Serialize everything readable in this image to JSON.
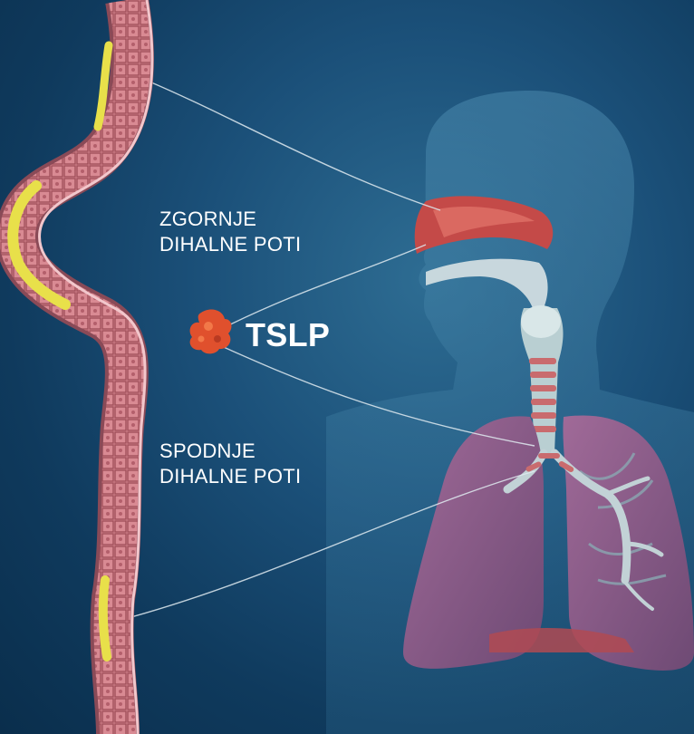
{
  "labels": {
    "upper_airways": [
      "ZGORNJE",
      "DIHALNE POTI"
    ],
    "lower_airways": [
      "SPODNJE",
      "DIHALNE POTI"
    ],
    "molecule": "TSLP"
  },
  "colors": {
    "background": "#0f3a5d",
    "lung": "#8a5a86",
    "tissue": "#d9868f",
    "mucus": "#e8e04a",
    "airway": "#c8d6d8",
    "tslp": "#e0502d"
  }
}
